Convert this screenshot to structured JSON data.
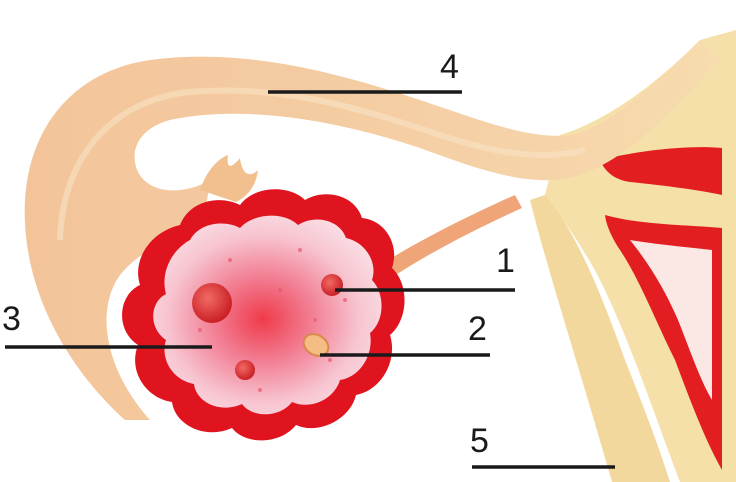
{
  "diagram": {
    "labels": [
      {
        "id": "label-1",
        "text": "1"
      },
      {
        "id": "label-2",
        "text": "2"
      },
      {
        "id": "label-3",
        "text": "3"
      },
      {
        "id": "label-4",
        "text": "4"
      },
      {
        "id": "label-5",
        "text": "5"
      }
    ]
  },
  "colors": {
    "background": "#ffffff",
    "tube": "#f4c9a0",
    "tube_light": "#f7ddb8",
    "uterine_wall": "#f6e0a9",
    "endometrium": "#e51f1f",
    "ovary_border": "#e0141f",
    "ovary_inner": "#f7c3cf",
    "follicle": "#d9262b",
    "corpus": "#f4bd83",
    "line": "#1a1a1a"
  }
}
